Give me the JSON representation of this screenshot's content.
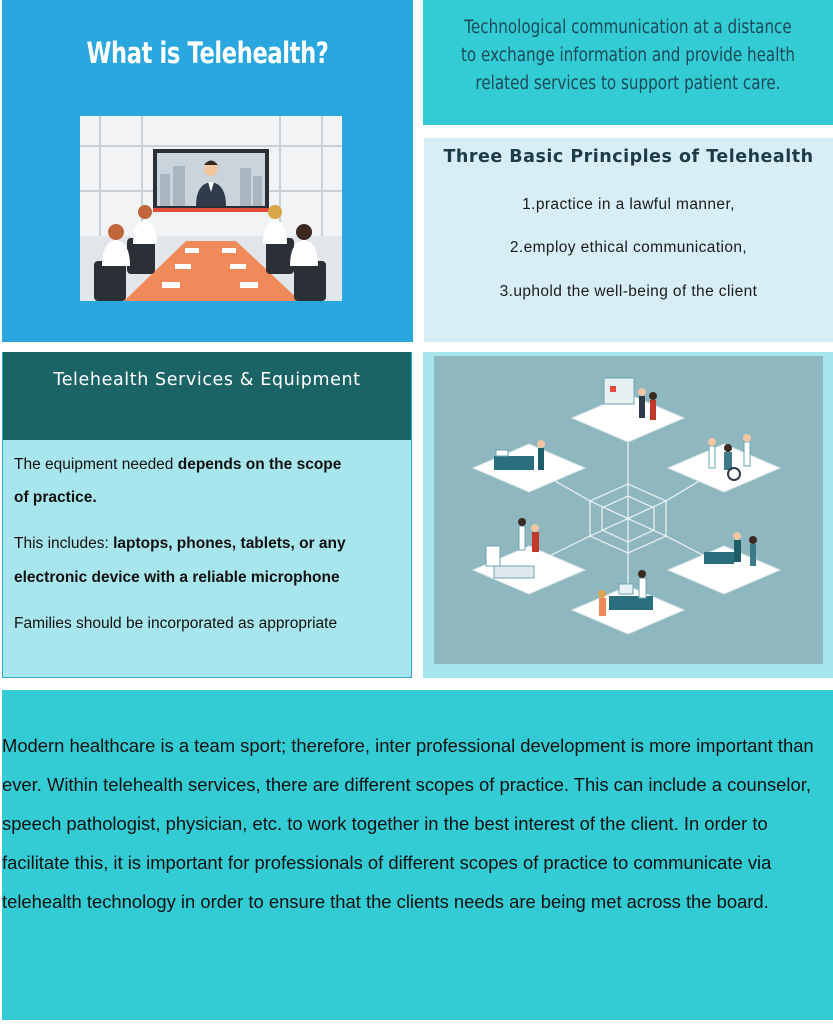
{
  "title_panel": {
    "title": "What is Telehealth?"
  },
  "definition": {
    "text": "Technological communication at a distance to exchange information and provide health related services to support patient care."
  },
  "principles": {
    "heading": "Three Basic Principles of Telehealth",
    "items": [
      "1.practice in a lawful manner,",
      "2.employ ethical communication,",
      "3.uphold the well-being of the client"
    ]
  },
  "services": {
    "heading": "Telehealth Services & Equipment",
    "line1_plain": " The equipment needed ",
    "line1_bold": "depends on the scope",
    "line1b_bold": "of practice.",
    "line2_plain": "This includes: ",
    "line2_bold": "laptops, phones, tablets, or any",
    "line2b_bold": "electronic device with a reliable microphone",
    "line3": "Families should be incorporated as appropriate"
  },
  "teamwork": {
    "text": "Modern healthcare is a team sport; therefore, inter professional development is more important than ever. Within telehealth services, there are different scopes of practice. This can include a counselor, speech pathologist, physician, etc. to work together in the best interest of the client.  In order to facilitate this, it is important for professionals of different scopes of practice to communicate via telehealth technology in order to ensure that the clients needs are being met across the board."
  },
  "colors": {
    "title_bg": "#2aa7df",
    "definition_bg": "#33cbd4",
    "principles_bg": "#d8eef7",
    "services_header_bg": "#1b6466",
    "services_bg": "#a8e6ee",
    "teamwork_bg": "#33cbd4"
  },
  "icons": [
    "video-conference-meeting-illustration",
    "isometric-telehealth-network-illustration"
  ]
}
